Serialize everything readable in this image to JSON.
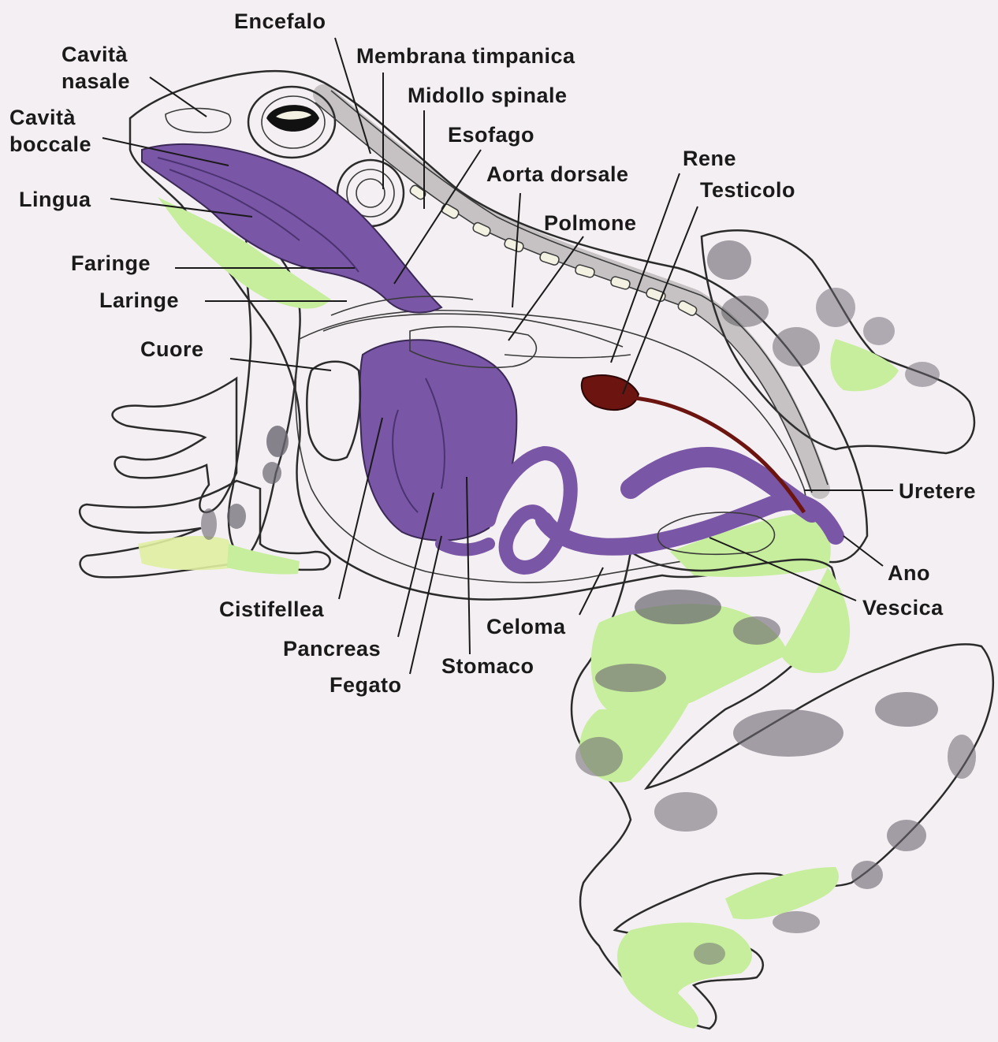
{
  "colors": {
    "background": "#f4eff2",
    "skin": "#f3f1e1",
    "green": "#c6ee9c",
    "purple": "#7a56a6",
    "body_cavity": "#d6d3c6",
    "kidney": "#6b1410",
    "spots": "#6a6670"
  },
  "labels": {
    "encefalo": "Encefalo",
    "cavita_nasale_1": "Cavità",
    "cavita_nasale_2": "nasale",
    "membrana_timpanica": "Membrana timpanica",
    "midollo_spinale": "Midollo spinale",
    "cavita_boccale_1": "Cavità",
    "cavita_boccale_2": "boccale",
    "esofago": "Esofago",
    "rene": "Rene",
    "aorta_dorsale": "Aorta dorsale",
    "testicolo": "Testicolo",
    "lingua": "Lingua",
    "polmone": "Polmone",
    "faringe": "Faringe",
    "laringe": "Laringe",
    "cuore": "Cuore",
    "uretere": "Uretere",
    "ano": "Ano",
    "vescica": "Vescica",
    "cistifellea": "Cistifellea",
    "celoma": "Celoma",
    "pancreas": "Pancreas",
    "stomaco": "Stomaco",
    "fegato": "Fegato"
  }
}
